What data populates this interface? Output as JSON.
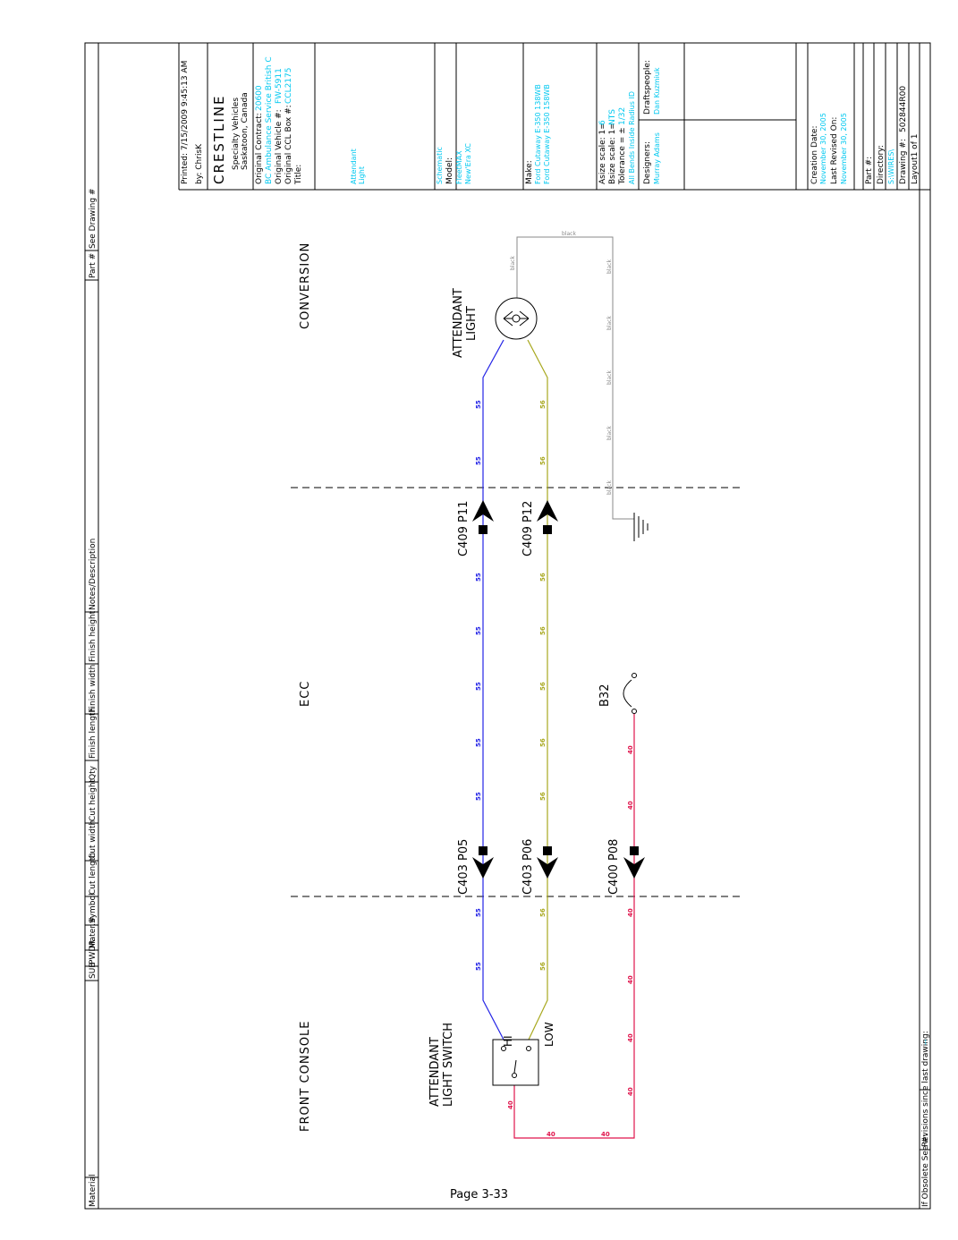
{
  "header_columns": [
    "Material",
    "SUB",
    "PWDR",
    "Mater.#",
    "Symbol",
    "Cut length",
    "Cut width",
    "Cut height",
    "Qty",
    "Finish length",
    "Finish width",
    "Finish height",
    "Notes/Description",
    "Part #",
    "See Drawing #"
  ],
  "title_block": {
    "printed": "Printed: 7/15/2009 9:45:13 AM",
    "by": "by: ChrisK",
    "logo": "CRESTLINE",
    "company_line1": "Specialty Vehicles",
    "company_line2": "Saskatoon, Canada",
    "original_contract_label": "Original Contract:",
    "original_contract_value": "20600",
    "contract_detail": "BC Ambulance Service British C",
    "original_vehicle_label": "Original Vehicle #:",
    "original_vehicle_value": "FW-5911",
    "original_ccl_label": "Original CCL Box #:",
    "original_ccl_value": "CCL2175",
    "title_label": "Title:",
    "title_value_1": "Attendant",
    "title_value_2": "Light",
    "schematic": "Schematic",
    "model_label": "Model:",
    "model_value_1": "FleetMAX",
    "model_value_2": "New'Era XC",
    "make_label": "Make:",
    "make_value_1": "Ford Cutaway E-350 138WB",
    "make_value_2": "Ford Cutaway E-350 158WB",
    "asize_label": "Asize scale: 1=",
    "asize_value": "6",
    "bsize_label": "Bsize scale: 1=",
    "bsize_value": "NTS",
    "tolerance_label": "Tolerance = ±",
    "tolerance_value": "1/32",
    "bends_note": "All Bends Inside Radius ID",
    "designers_label": "Designers:",
    "draftspeople_label": "Draftspeople:",
    "designer_value": "Murray Adams",
    "draftspeople_value": "Dan Kuzmiuk",
    "creation_date_label": "Creation Date:",
    "creation_date_value": "November 30, 2005",
    "last_revised_label": "Last Revised On:",
    "last_revised_value": "November 30, 2005",
    "part_label": "Part #:",
    "directory_label": "Directory:",
    "directory_value": "S:\\WIRES\\",
    "drawing_label": "Drawing #:",
    "drawing_value": "502844R00",
    "layout_label": "Layout1 of 1"
  },
  "zones": {
    "front_console": "FRONT CONSOLE",
    "ecc": "ECC",
    "conversion": "CONVERSION"
  },
  "components": {
    "switch_line1": "ATTENDANT",
    "switch_line2": "LIGHT SWITCH",
    "switch_hi": "HI",
    "switch_low": "LOW",
    "light_line1": "ATTENDANT",
    "light_line2": "LIGHT",
    "breaker": "B32"
  },
  "connectors": {
    "c403_p05": "C403 P05",
    "c403_p06": "C403 P06",
    "c400_p08": "C400 P08",
    "c409_p11": "C409 P11",
    "c409_p12": "C409 P12"
  },
  "wires": {
    "w55": "55",
    "w56": "56",
    "w40": "40",
    "black": "black"
  },
  "colors": {
    "wire_55": "#2424e6",
    "wire_56": "#a8a81e",
    "wire_40": "#e0144c",
    "wire_black": "#8a8a8a",
    "cyan_text": "#00c8f0"
  },
  "bottom": {
    "obsolete": "If Obsolete See #:",
    "revisions": "Revisions since last drawing:",
    "revisions_value": "--"
  },
  "footer": "Page 3-33"
}
